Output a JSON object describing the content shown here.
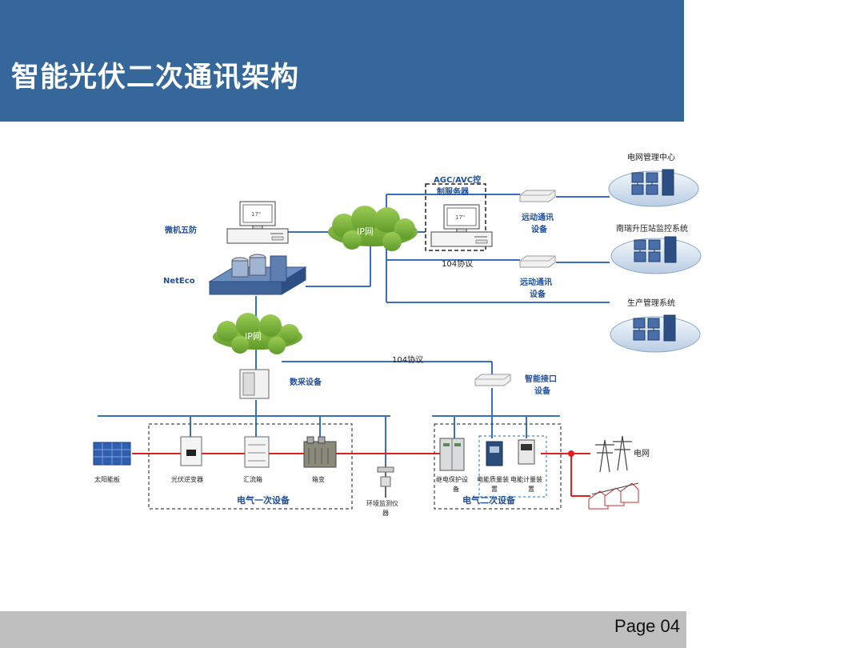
{
  "header": {
    "title": "智能光伏二次通讯架构"
  },
  "footer": {
    "page": "Page 04"
  },
  "colors": {
    "header_bg": "#36679a",
    "footer_bg": "#bfbfbf",
    "network_line": "#3a6fc0",
    "power_line": "#e02020",
    "label_blue": "#1f4e9a"
  },
  "diagram": {
    "agc_line1": "AGC/AVC控",
    "agc_line2": "制服务器",
    "weiji_wufang": "微机五防",
    "neteco": "NetEco",
    "ip_net_top": "IP网",
    "ip_net_mid": "IP网",
    "protocol_104_top": "104协议",
    "protocol_104_mid": "104协议",
    "remote_comm_1a": "远动通讯",
    "remote_comm_1b": "设备",
    "remote_comm_2a": "远动通讯",
    "remote_comm_2b": "设备",
    "grid_center": "电网管理中心",
    "nanrui": "南瑞升压站监控系统",
    "production": "生产管理系统",
    "data_collect": "数采设备",
    "smart_interface_a": "智能接口",
    "smart_interface_b": "设备",
    "solar_panel": "太阳能板",
    "inverter": "光伏逆变器",
    "combiner": "汇流箱",
    "transformer": "箱变",
    "env_monitor_a": "环境监测仪",
    "env_monitor_b": "器",
    "relay_a": "继电保护设",
    "relay_b": "备",
    "quality_a": "电能质量装",
    "quality_b": "置",
    "metering_a": "电能计量装",
    "metering_b": "置",
    "grid": "电网",
    "primary_equipment": "电气一次设备",
    "secondary_equipment": "电气二次设备"
  }
}
